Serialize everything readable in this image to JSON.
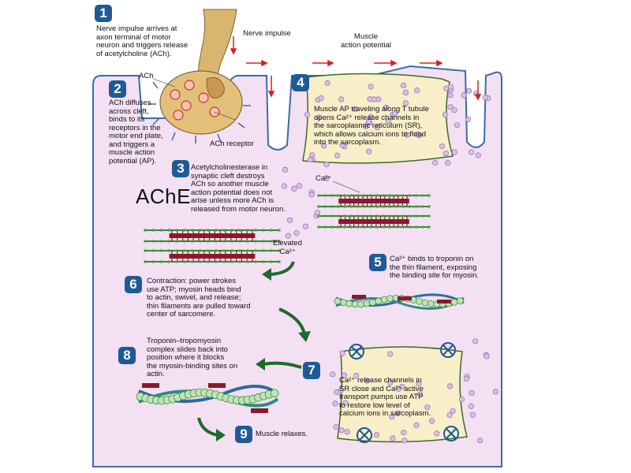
{
  "steps": {
    "s1": {
      "num": "1",
      "text": "Nerve impulse arrives at\naxon terminal of motor\nneuron and triggers release\nof acetylcholine (ACh)."
    },
    "s2": {
      "num": "2",
      "text": "ACh diffuses\nacross cleft,\nbinds to its\nreceptors in the\nmotor end plate,\nand triggers a\nmuscle action\npotential (AP)."
    },
    "s3": {
      "num": "3",
      "text": "Acetylcholinesterase in\nsynaptic cleft destroys\nACh so another muscle\naction potential does not\narise unless more ACh is\nreleased from motor neuron."
    },
    "s4": {
      "num": "4",
      "text": "Muscle AP traveling along T tubule\nopens Ca²⁺ release channels in\nthe sarcoplasmic reticulum (SR),\nwhich allows calcium ions to flood\ninto the sarcoplasm."
    },
    "s5": {
      "num": "5",
      "text": "Ca²⁺ binds to troponin on\nthe thin filament, exposing\nthe binding site for myosin."
    },
    "s6": {
      "num": "6",
      "text": "Contraction: power strokes\nuse ATP; myosin heads bind\nto actin, swivel, and release;\nthin filaments are pulled toward\ncenter of sarcomere."
    },
    "s7": {
      "num": "7",
      "text": "Ca²⁺ release channels in\nSR close and Ca²⁺ active\ntransport pumps use ATP\nto restore low level of\ncalcium ions in sarcoplasm."
    },
    "s8": {
      "num": "8",
      "text": "Troponin–tropomyosin\ncomplex slides back into\nposition where it blocks\nthe myosin-binding sites on\nactin."
    },
    "s9": {
      "num": "9",
      "text": "Muscle relaxes."
    }
  },
  "labels": {
    "nerve_impulse": "Nerve impulse",
    "muscle_ap": "Muscle\naction potential",
    "ach": "ACh",
    "ach_receptor": "ACh receptor",
    "ache": "AChE",
    "ca": "Ca²⁺",
    "elevated_ca": "Elevated\nCa²⁺"
  },
  "colors": {
    "cell": "#f3e0f2",
    "cell_border": "#3a6ca8",
    "neuron": "#d9b66e",
    "sr": "#f8efc9",
    "badge": "#1e5a96",
    "arrow": "#1f6a2a",
    "signal": "#d62020",
    "myosin": "#8a1a2a",
    "actin": "#2f8a2f",
    "ca_ion": "#b98fd0"
  }
}
